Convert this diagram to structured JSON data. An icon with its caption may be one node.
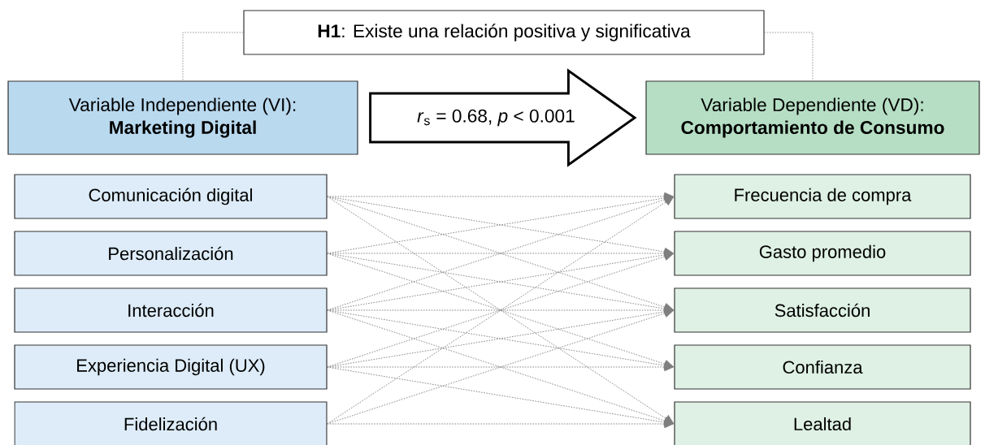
{
  "diagram": {
    "nodes": [
      {
        "text": [
          "**H1**: Existe una relación positiva y significativa"
        ]
      },
      {
        "text": [
          "Variable Independiente (VI):",
          "Marketing Digital"
        ]
      },
      {
        "text": [
          "Variable Dependiente (VD):",
          "Comportamiento de Consumo"
        ]
      },
      {
        "text": [
          "Comunicación digital"
        ]
      },
      {
        "text": [
          "Personalización"
        ]
      },
      {
        "text": [
          "Interacción"
        ]
      },
      {
        "text": [
          "Experiencia Digital (UX)"
        ]
      },
      {
        "text": [
          "Fidelización"
        ]
      },
      {
        "text": [
          "Frecuencia de compra"
        ]
      },
      {
        "text": [
          "Gasto promedio"
        ]
      },
      {
        "text": [
          "Satisfacción"
        ]
      },
      {
        "text": [
          "Confianza"
        ]
      },
      {
        "text": [
          "Lealtad"
        ]
      }
    ],
    "edges": [
      {
        "from": 0,
        "to": 1,
        "arrow": "none",
        "style": "dashed"
      },
      {
        "from": 0,
        "to": 2,
        "arrow": "none",
        "style": "dashed"
      },
      {
        "from": 1,
        "to": 2,
        "arrow": "to",
        "style": "thick",
        "label": "*r*$_{s}$ = 0.68, *p* < 0.001"
      },
      {
        "from": 3,
        "to": 8,
        "arrow": "to",
        "style": "dashed"
      },
      {
        "from": 3,
        "to": 9,
        "arrow": "to",
        "style": "dashed"
      },
      {
        "from": 3,
        "to": 10,
        "arrow": "to",
        "style": "dashed"
      },
      {
        "from": 3,
        "to": 12,
        "arrow": "to",
        "style": "dashed"
      },
      {
        "from": 4,
        "to": 8,
        "arrow": "to",
        "style": "dashed"
      },
      {
        "from": 4,
        "to": 9,
        "arrow": "to",
        "style": "dashed"
      },
      {
        "from": 4,
        "to": 10,
        "arrow": "to",
        "style": "dashed"
      },
      {
        "from": 4,
        "to": 11,
        "arrow": "to",
        "style": "dashed"
      },
      {
        "from": 5,
        "to": 8,
        "arrow": "to",
        "style": "dashed"
      },
      {
        "from": 5,
        "to": 9,
        "arrow": "to",
        "style": "dashed"
      },
      {
        "from": 5,
        "to": 10,
        "arrow": "to",
        "style": "dashed"
      },
      {
        "from": 5,
        "to": 11,
        "arrow": "to",
        "style": "dashed"
      },
      {
        "from": 5,
        "to": 12,
        "arrow": "to",
        "style": "dashed"
      },
      {
        "from": 6,
        "to": 9,
        "arrow": "to",
        "style": "dashed"
      },
      {
        "from": 6,
        "to": 10,
        "arrow": "to",
        "style": "dashed"
      },
      {
        "from": 6,
        "to": 11,
        "arrow": "to",
        "style": "dashed"
      },
      {
        "from": 6,
        "to": 12,
        "arrow": "to",
        "style": "dashed"
      },
      {
        "from": 7,
        "to": 8,
        "arrow": "to",
        "style": "dashed"
      },
      {
        "from": 7,
        "to": 10,
        "arrow": "to",
        "style": "dashed"
      },
      {
        "from": 7,
        "to": 12,
        "arrow": "to",
        "style": "dashed"
      }
    ]
  }
}
